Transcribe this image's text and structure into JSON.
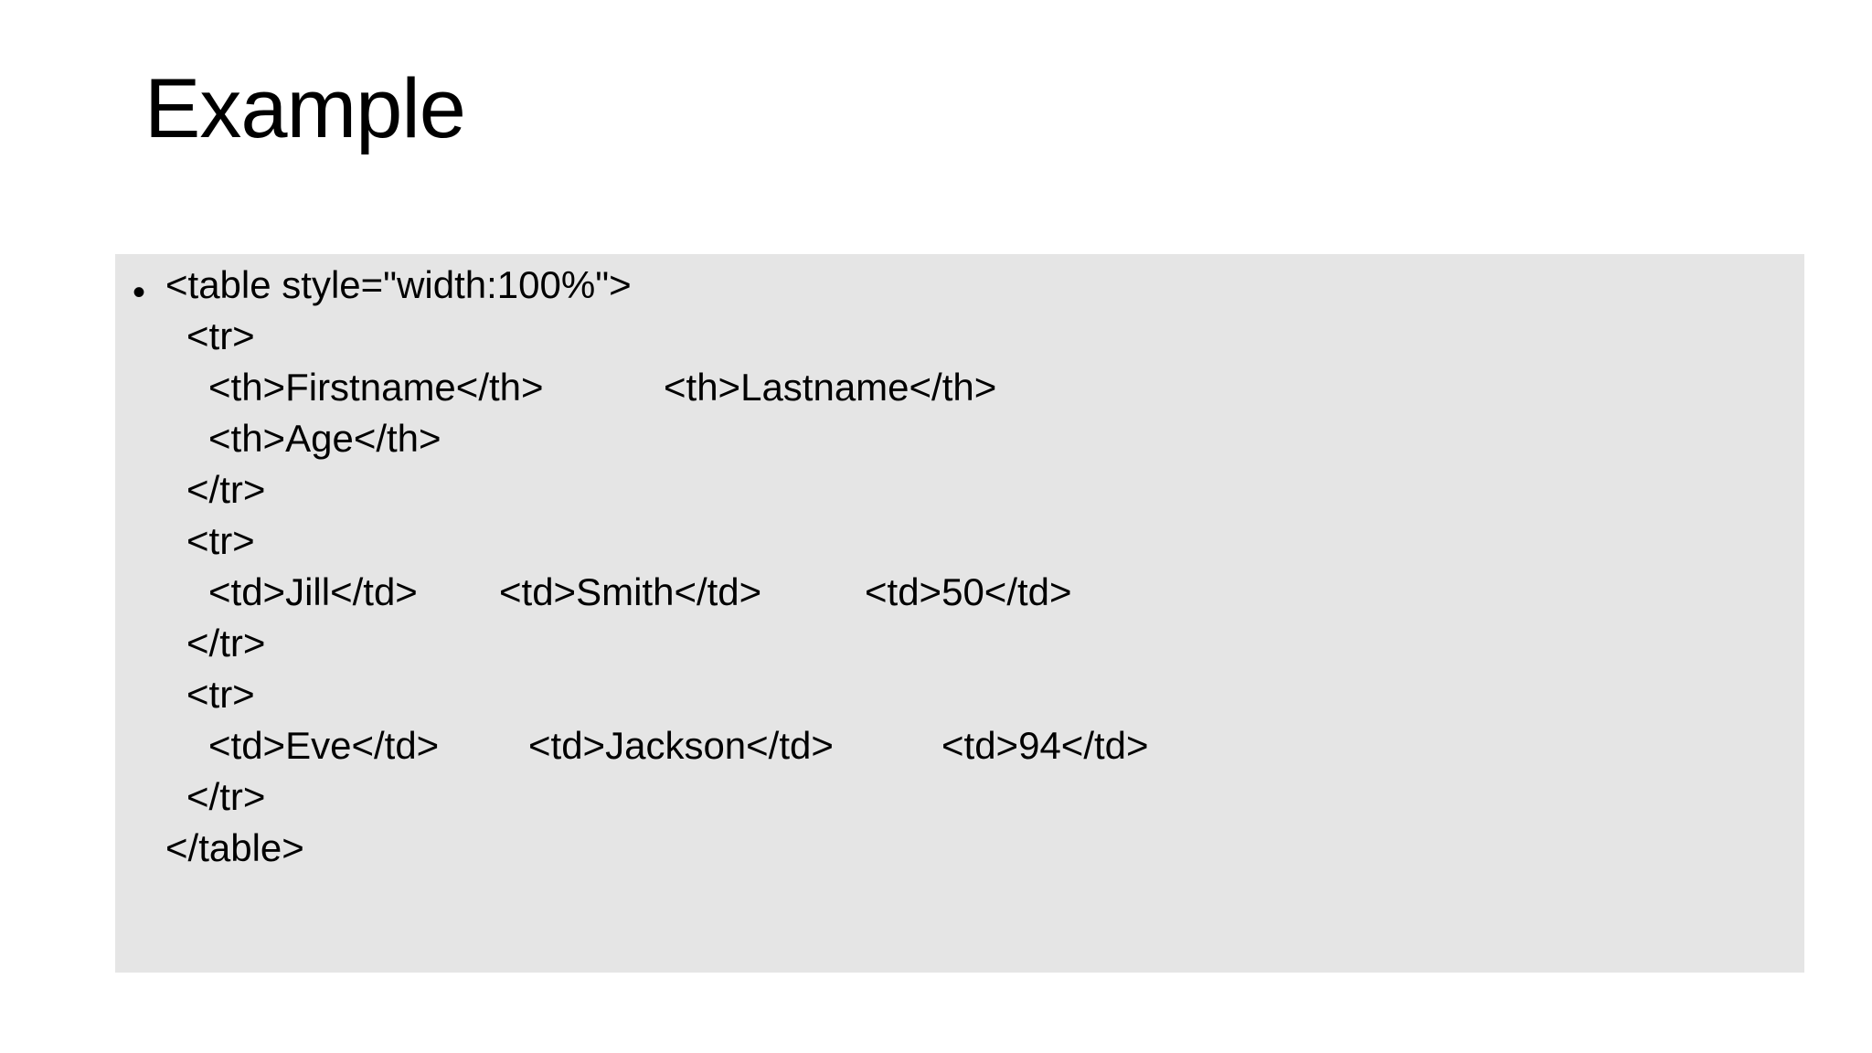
{
  "slide": {
    "title": "Example"
  },
  "bullet_glyph": "•",
  "code_lines": [
    "<table style=\"width:100%\">",
    "<tr>",
    "<th>Firstname</th>",
    "<th>Lastname</th>",
    "<th>Age</th>",
    "</tr>",
    "<tr>",
    "<td>Jill</td>",
    "<td>Smith</td>",
    "<td>50</td>",
    "</tr>",
    "<tr>",
    "<td>Eve</td>",
    "<td>Jackson</td>",
    "<td>94</td>",
    "</tr>",
    "</table>"
  ],
  "colors": {
    "box_background": "#e5e5e5",
    "text": "#000000",
    "page_background": "#ffffff"
  }
}
